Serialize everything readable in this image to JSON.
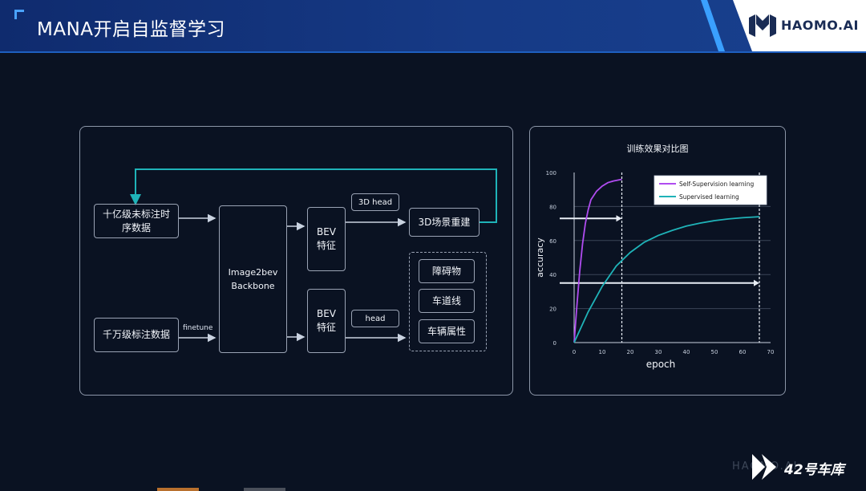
{
  "header": {
    "title": "MANA开启自监督学习",
    "brand": "HAOMO.AI"
  },
  "diagram": {
    "input_unlabeled": "十亿级未标注时\n序数据",
    "input_labeled": "千万级标注数据",
    "finetune_label": "finetune",
    "backbone": "Image2bev\nBackbone",
    "bev_top": "BEV\n特征",
    "bev_bottom": "BEV\n特征",
    "head_3d": "3D head",
    "reconstruction": "3D场景重建",
    "head": "head",
    "tasks": [
      "障碍物",
      "车道线",
      "车辆属性"
    ]
  },
  "chart_data": {
    "type": "line",
    "title": "训练效果对比图",
    "xlabel": "epoch",
    "ylabel": "accuracy",
    "xlim": [
      0,
      70
    ],
    "ylim": [
      0,
      100
    ],
    "xticks": [
      0,
      10,
      20,
      30,
      40,
      50,
      60,
      70
    ],
    "yticks": [
      0,
      20,
      40,
      60,
      80,
      100
    ],
    "legend_position": "top-right",
    "series": [
      {
        "name": "Self-Supervision learning",
        "color": "#b04cf0",
        "x": [
          0,
          1,
          2,
          3,
          4,
          5,
          6,
          8,
          10,
          12,
          14,
          17
        ],
        "y": [
          0,
          22,
          42,
          58,
          70,
          78,
          84,
          89,
          92,
          94,
          95,
          96
        ]
      },
      {
        "name": "Supervised learning",
        "color": "#1fb3b8",
        "x": [
          0,
          5,
          10,
          15,
          20,
          25,
          30,
          35,
          40,
          45,
          50,
          55,
          60,
          66
        ],
        "y": [
          0,
          18,
          33,
          45,
          53,
          59,
          63,
          66,
          68.5,
          70.3,
          71.7,
          72.7,
          73.4,
          74
        ]
      }
    ],
    "gridlines_y": [
      20,
      40,
      60,
      80
    ],
    "markers": [
      {
        "epoch": 17,
        "level": 73
      },
      {
        "epoch": 66,
        "level": 35
      }
    ]
  },
  "footer": {
    "left_text": "HAOMO.AI",
    "brand": "42号车库"
  },
  "colors": {
    "header_bg": "#163a86",
    "accent": "#1fb3b8",
    "panel_border": "#8c96a8"
  }
}
